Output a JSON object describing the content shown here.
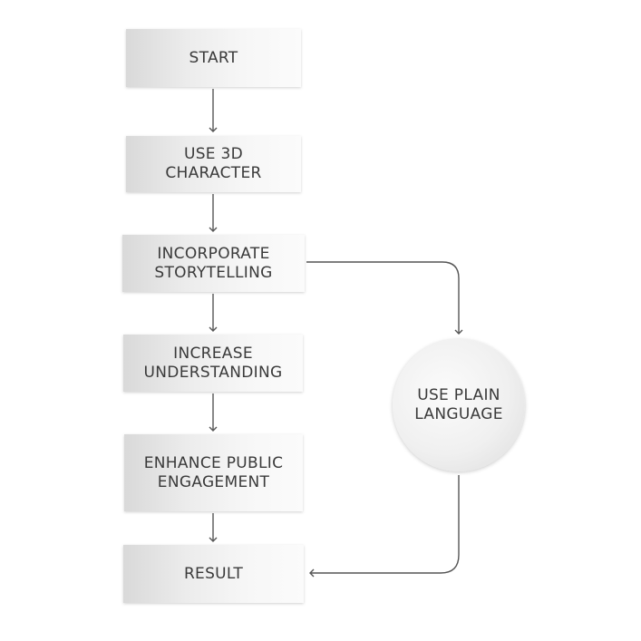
{
  "nodes": {
    "start": "START",
    "use_3d_character": "USE 3D\nCHARACTER",
    "incorporate_storytelling": "INCORPORATE\nSTORYTELLING",
    "increase_understanding": "INCREASE\nUNDERSTANDING",
    "enhance_public_engagement": "ENHANCE PUBLIC\nENGAGEMENT",
    "result": "RESULT",
    "use_plain_language": "USE PLAIN\nLANGUAGE"
  },
  "colors": {
    "text": "#3a3a3a",
    "arrow": "#555555"
  }
}
